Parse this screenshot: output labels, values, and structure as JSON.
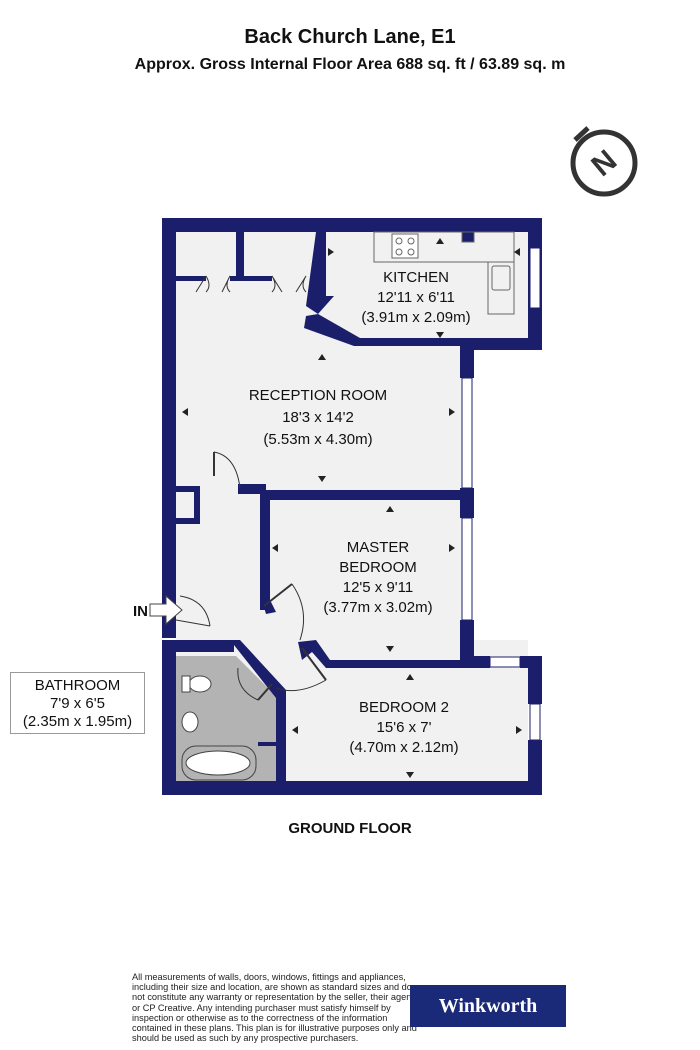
{
  "header": {
    "address": "Back Church Lane, E1",
    "area": "Approx. Gross Internal Floor Area 688 sq. ft / 63.89 sq. m"
  },
  "rooms": {
    "kitchen": {
      "name": "KITCHEN",
      "imperial": "12'11 x 6'11",
      "metric": "(3.91m x 2.09m)"
    },
    "reception": {
      "name": "RECEPTION ROOM",
      "imperial": "18'3 x 14'2",
      "metric": "(5.53m x 4.30m)"
    },
    "master": {
      "name1": "MASTER",
      "name2": "BEDROOM",
      "imperial": "12'5 x 9'11",
      "metric": "(3.77m x 3.02m)"
    },
    "bedroom2": {
      "name": "BEDROOM 2",
      "imperial": "15'6 x 7'",
      "metric": "(4.70m x 2.12m)"
    },
    "bathroom": {
      "name": "BATHROOM",
      "imperial": "7'9 x 6'5",
      "metric": "(2.35m x 1.95m)"
    }
  },
  "entrance_label": "IN",
  "compass_letter": "N",
  "floor_label": "GROUND FLOOR",
  "disclaimer": "All measurements of walls, doors, windows, fittings and appliances, including their size and location, are shown as standard sizes and do not constitute any warranty or representation by the seller, their agent or CP Creative. Any intending purchaser must satisfy himself by inspection or otherwise as to the correctness of the information contained in these plans. This plan is for illustrative purposes only and should be used as such by any prospective purchasers.",
  "brand": "Winkworth",
  "colors": {
    "wall": "#1b1f6b",
    "floor": "#f1f1f1",
    "bathroom_floor": "#b3b3b3",
    "brand": "#1b2a78"
  }
}
